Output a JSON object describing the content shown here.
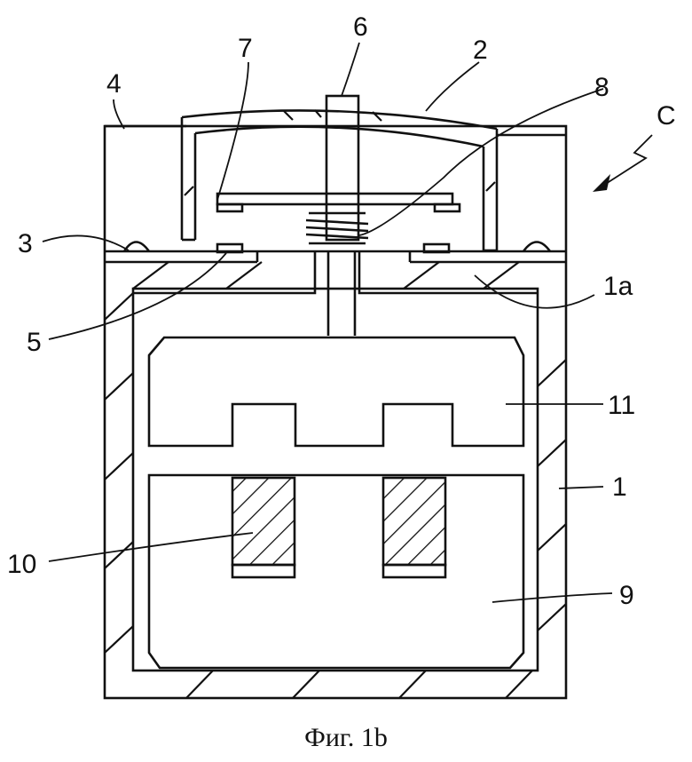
{
  "figure": {
    "caption": "Фиг. 1b",
    "labels": {
      "l1": "1",
      "l1a": "1a",
      "l2": "2",
      "l3": "3",
      "l4": "4",
      "l5": "5",
      "l6": "6",
      "l7": "7",
      "l8": "8",
      "l9": "9",
      "l10": "10",
      "l11": "11",
      "lC": "C"
    }
  }
}
